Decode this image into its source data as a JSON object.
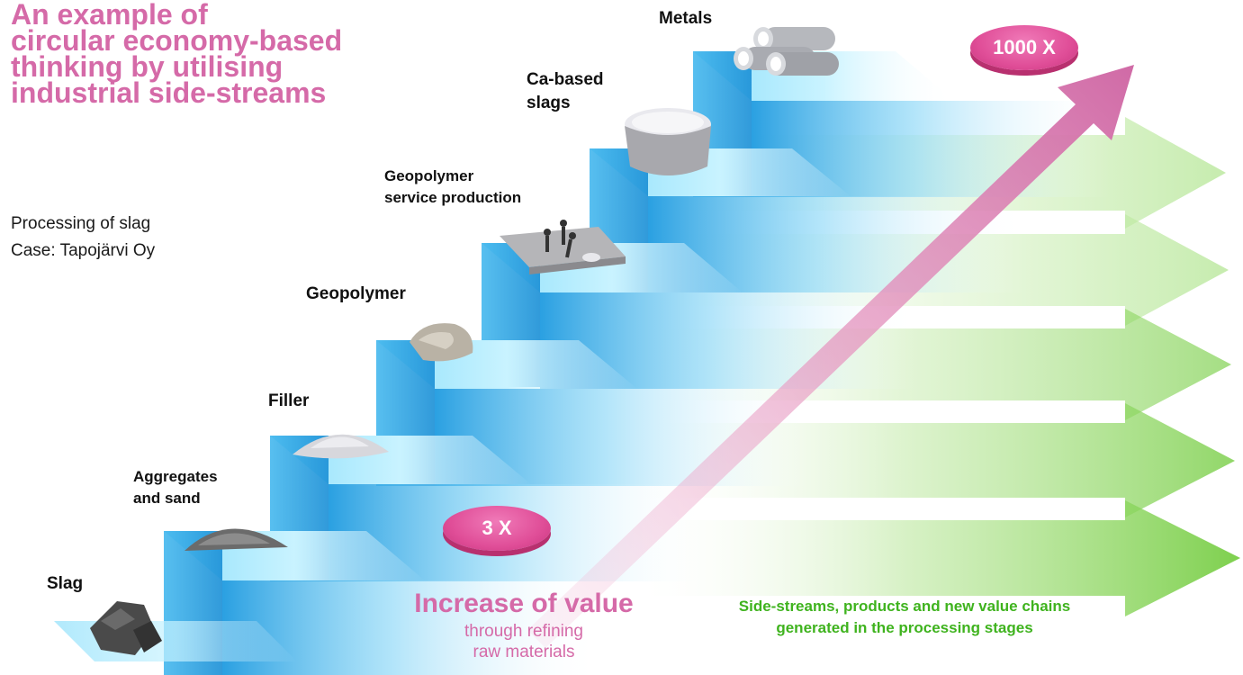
{
  "title_lines": [
    "An example of",
    "circular economy-based",
    "thinking by utilising",
    "industrial side-streams"
  ],
  "subtitle_lines": [
    "Processing of slag",
    "Case: Tapojärvi Oy"
  ],
  "steps": [
    {
      "label_lines": [
        "Slag"
      ],
      "icon": "slag-rocks-icon"
    },
    {
      "label_lines": [
        "Aggregates",
        "and sand"
      ],
      "icon": "aggregate-pile-icon"
    },
    {
      "label_lines": [
        "Filler"
      ],
      "icon": "filler-powder-icon"
    },
    {
      "label_lines": [
        "Geopolymer"
      ],
      "icon": "geopolymer-stone-icon"
    },
    {
      "label_lines": [
        "Geopolymer",
        "service production"
      ],
      "icon": "concrete-slab-workers-icon"
    },
    {
      "label_lines": [
        "Ca-based",
        "slags"
      ],
      "icon": "powder-bowl-icon"
    },
    {
      "label_lines": [
        "Metals"
      ],
      "icon": "metal-pipes-icon"
    }
  ],
  "badges": {
    "low": "3 X",
    "high": "1000 X"
  },
  "value_increase": {
    "title": "Increase of value",
    "sub_lines": [
      "through refining",
      "raw materials"
    ]
  },
  "side_streams_lines": [
    "Side-streams, products and new value chains",
    "generated in the processing stages"
  ],
  "colors": {
    "title": "#d56aa8",
    "arrow_pink": "#d56aa8",
    "step_blue": "#1f9be0",
    "arrow_green": "#7ed04e",
    "side_text_green": "#3fb31e"
  }
}
